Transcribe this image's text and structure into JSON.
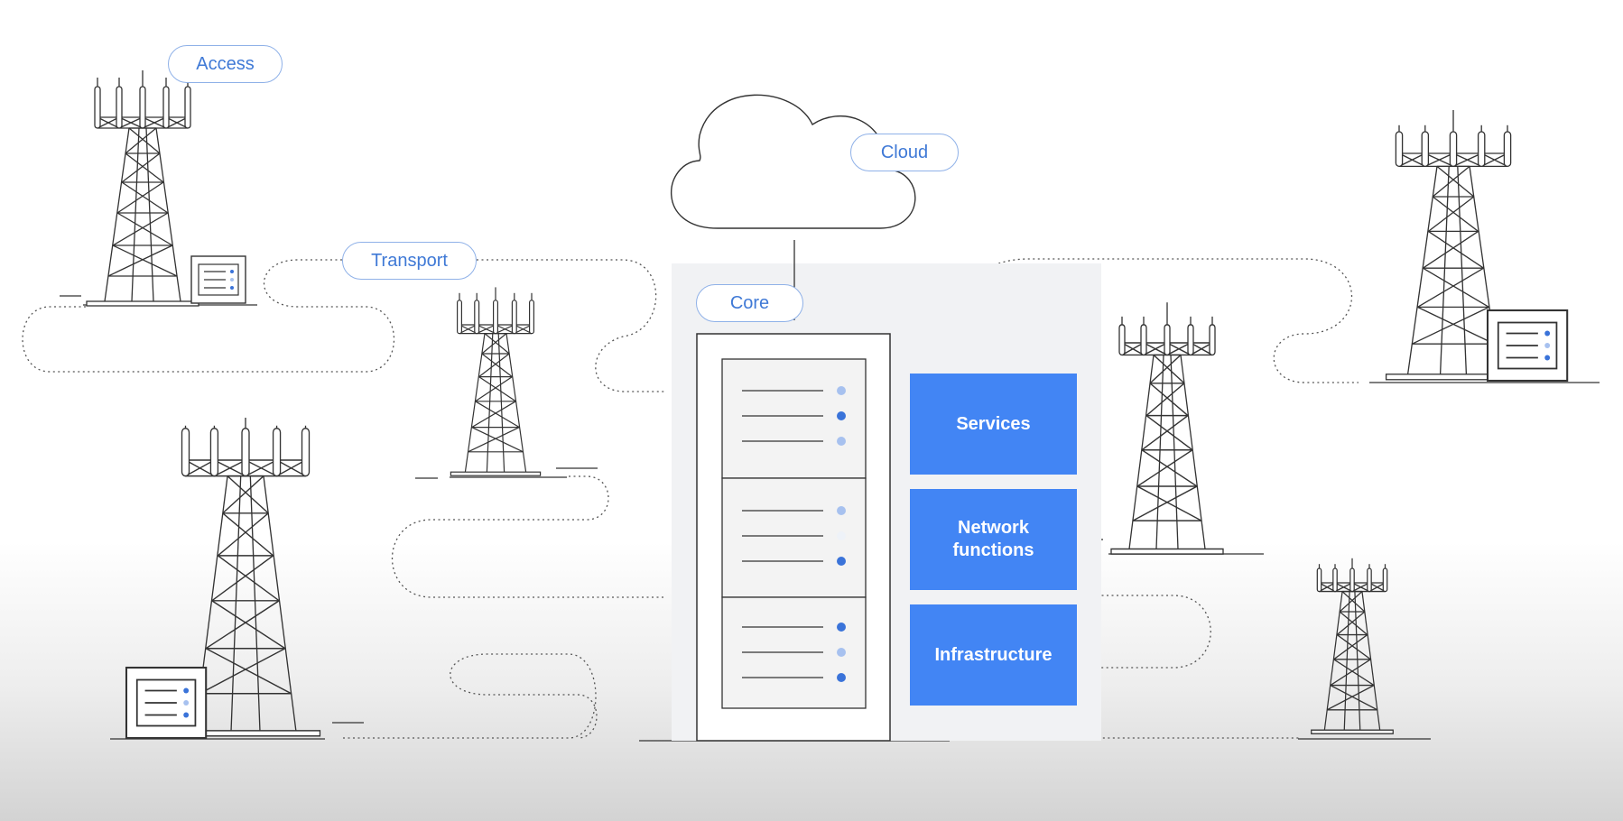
{
  "labels": {
    "access": "Access",
    "transport": "Transport",
    "cloud": "Cloud",
    "core": "Core"
  },
  "functions": {
    "services": "Services",
    "network_functions": "Network functions",
    "infrastructure": "Infrastructure"
  },
  "colors": {
    "accent": "#4285f4",
    "label_text": "#3f79d6",
    "label_border": "#8fb1e8",
    "line": "#444444",
    "core_panel": "#f1f2f4"
  },
  "icons": [
    "cell-tower-icon",
    "cloud-icon",
    "server-rack-icon",
    "equipment-cabinet-icon"
  ]
}
